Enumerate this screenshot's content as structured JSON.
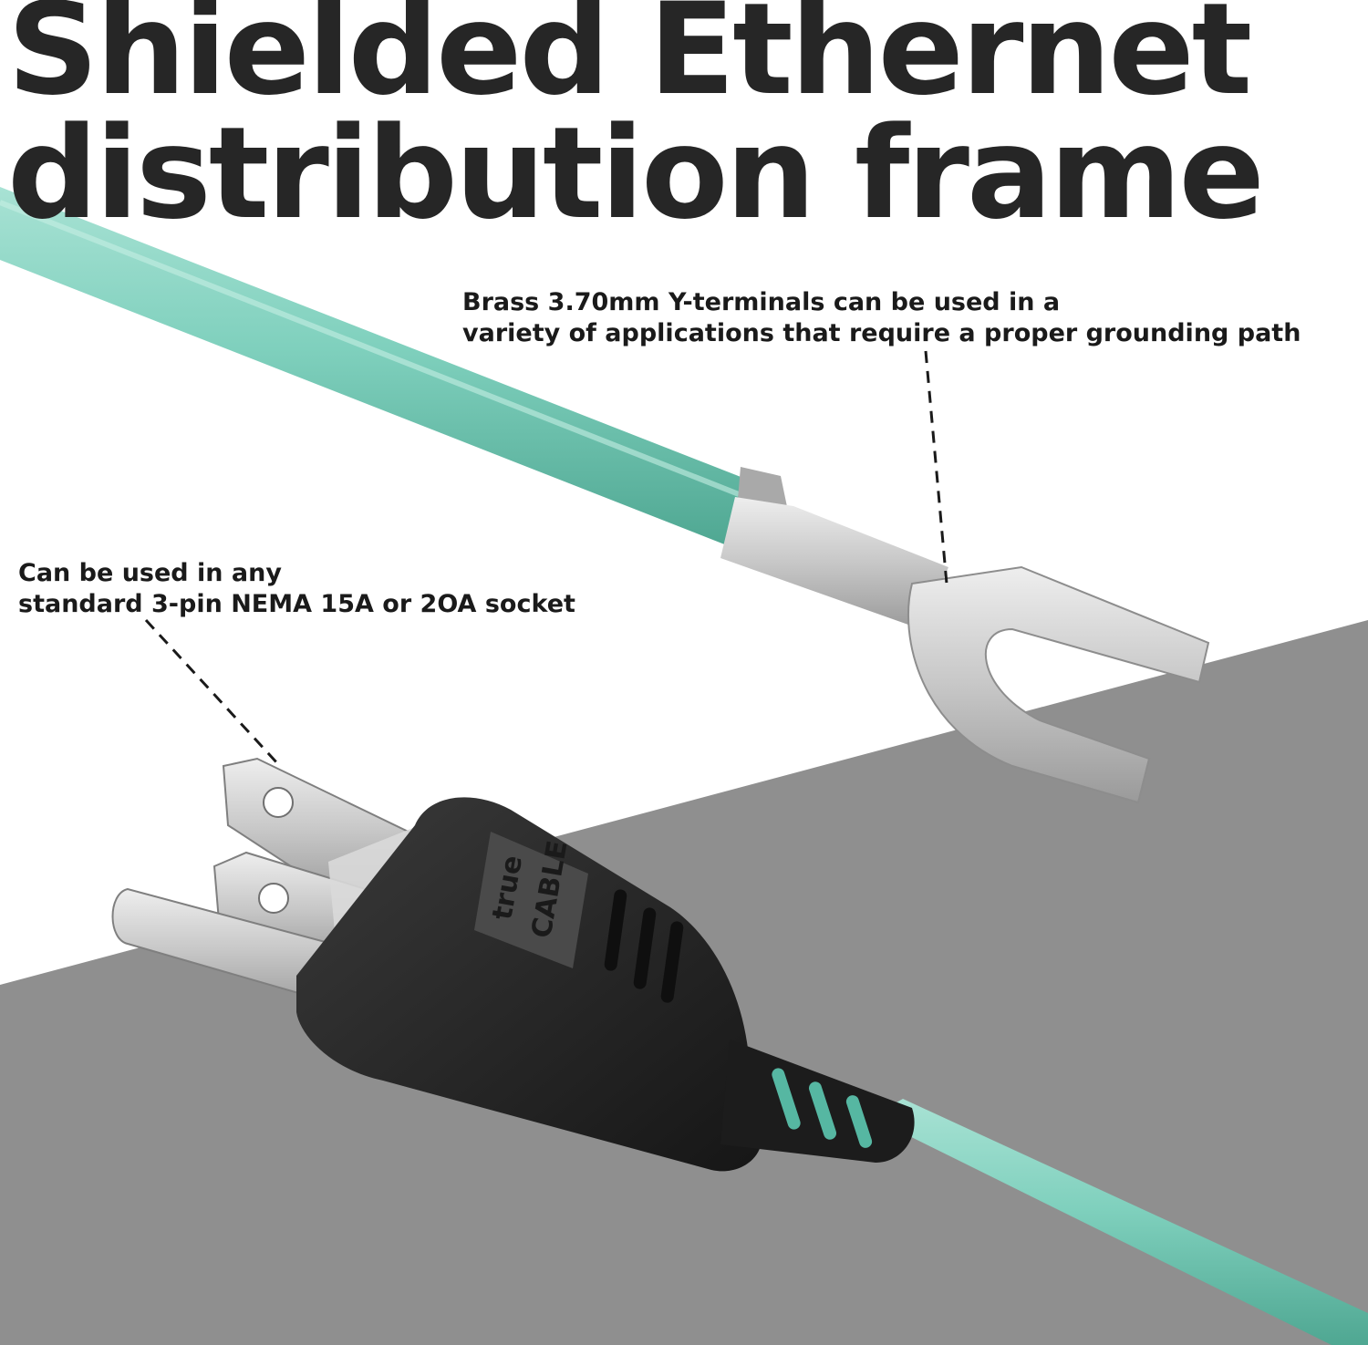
{
  "title": {
    "line1": "Shielded Ethernet",
    "line2": "distribution frame"
  },
  "callouts": {
    "terminal": {
      "line1": "Brass 3.70mm Y-terminals can be used in a",
      "line2": "variety of applications that require a proper grounding path"
    },
    "plug": {
      "line1": "Can be used in any",
      "line2": "standard 3-pin NEMA 15A or 2OA socket"
    }
  },
  "plug_brand": {
    "line1": "true",
    "line2": "CABLE"
  },
  "colors": {
    "cable": "#7fd0bd",
    "background_gray": "#8f8f8f",
    "plug_body": "#262626",
    "metal": "#c9c9c9",
    "title": "#262626"
  }
}
